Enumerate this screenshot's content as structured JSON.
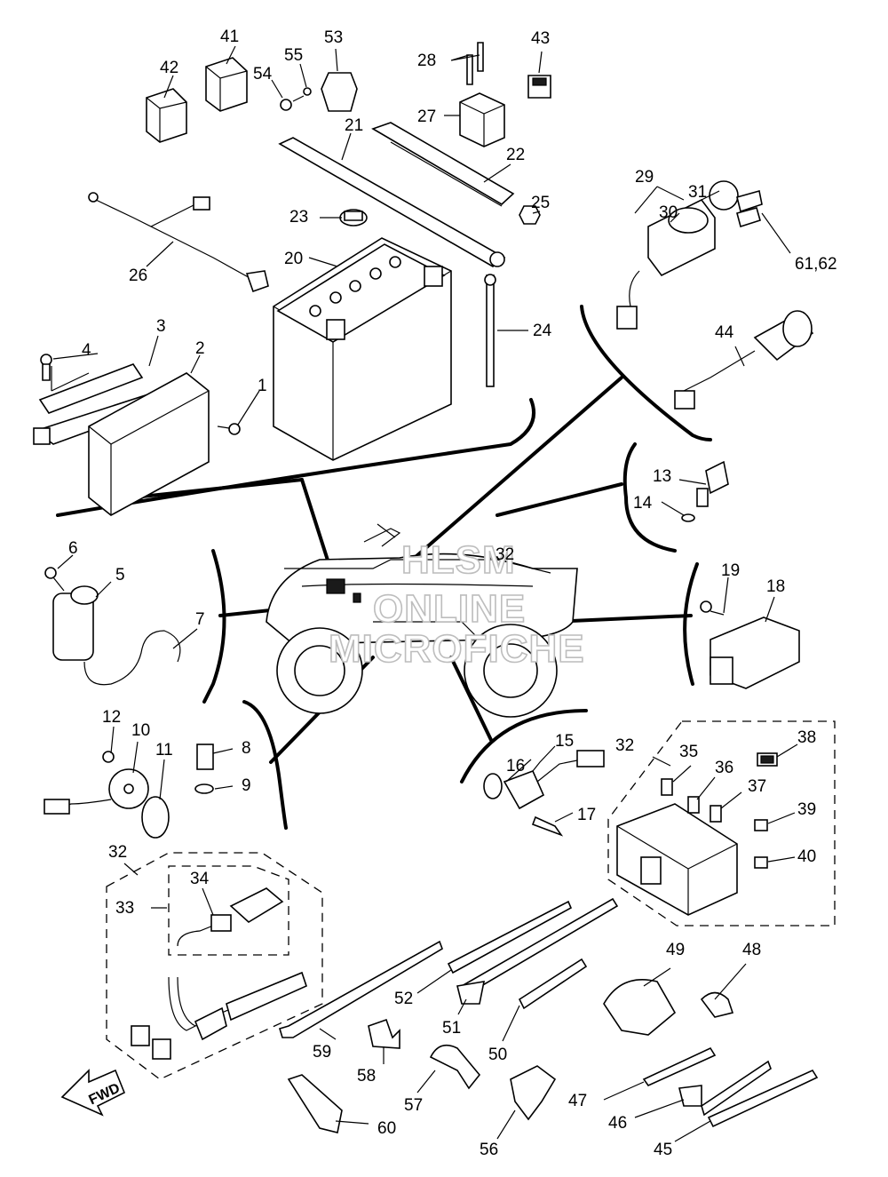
{
  "callouts": {
    "c1": "1",
    "c2": "2",
    "c3": "3",
    "c4": "4",
    "c5": "5",
    "c6": "6",
    "c7": "7",
    "c8": "8",
    "c9": "9",
    "c10": "10",
    "c11": "11",
    "c12": "12",
    "c13": "13",
    "c14": "14",
    "c15": "15",
    "c16": "16",
    "c17": "17",
    "c18": "18",
    "c19": "19",
    "c20": "20",
    "c21": "21",
    "c22": "22",
    "c23": "23",
    "c24": "24",
    "c25": "25",
    "c26": "26",
    "c27": "27",
    "c28": "28",
    "c29": "29",
    "c30": "30",
    "c31": "31",
    "c32a": "32",
    "c32b": "32",
    "c32c": "32",
    "c33": "33",
    "c34": "34",
    "c35": "35",
    "c36": "36",
    "c37": "37",
    "c38": "38",
    "c39": "39",
    "c40": "40",
    "c41": "41",
    "c42": "42",
    "c43": "43",
    "c44": "44",
    "c45": "45",
    "c46": "46",
    "c47": "47",
    "c48": "48",
    "c49": "49",
    "c50": "50",
    "c51": "51",
    "c52": "52",
    "c53": "53",
    "c54": "54",
    "c55": "55",
    "c56": "56",
    "c57": "57",
    "c58": "58",
    "c59": "59",
    "c60": "60",
    "c6162": "61,62"
  },
  "watermark": {
    "line1": "HLSM",
    "line2": "ONLINE",
    "line3": "MICROFICHE"
  },
  "fwd_arrow": {
    "label": "FWD"
  },
  "colors": {
    "ink": "#000000",
    "paper": "#ffffff",
    "watermark_stroke": "#bdbdbd"
  }
}
